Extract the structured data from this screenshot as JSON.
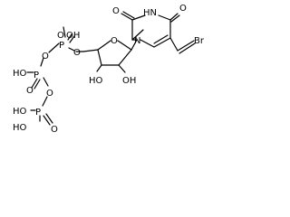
{
  "labels": {
    "o_uracil_top": "O",
    "nh": "HN",
    "o_uracil_right": "O",
    "n_ring": "N",
    "br": "Br",
    "o_furanose": "O",
    "oh_2prime": "OH",
    "ho_3prime": "HO",
    "oh_alpha": "OH",
    "o_alpha_dbl": "O",
    "p_alpha": "P",
    "o_5prime": "O",
    "o_bridge_ab": "O",
    "ho_beta": "HO",
    "p_beta": "P",
    "o_beta_dbl": "O",
    "o_bridge_bg": "O",
    "ho_gamma1": "HO",
    "ho_gamma2": "HO",
    "p_gamma": "P",
    "o_gamma_dbl": "O"
  }
}
